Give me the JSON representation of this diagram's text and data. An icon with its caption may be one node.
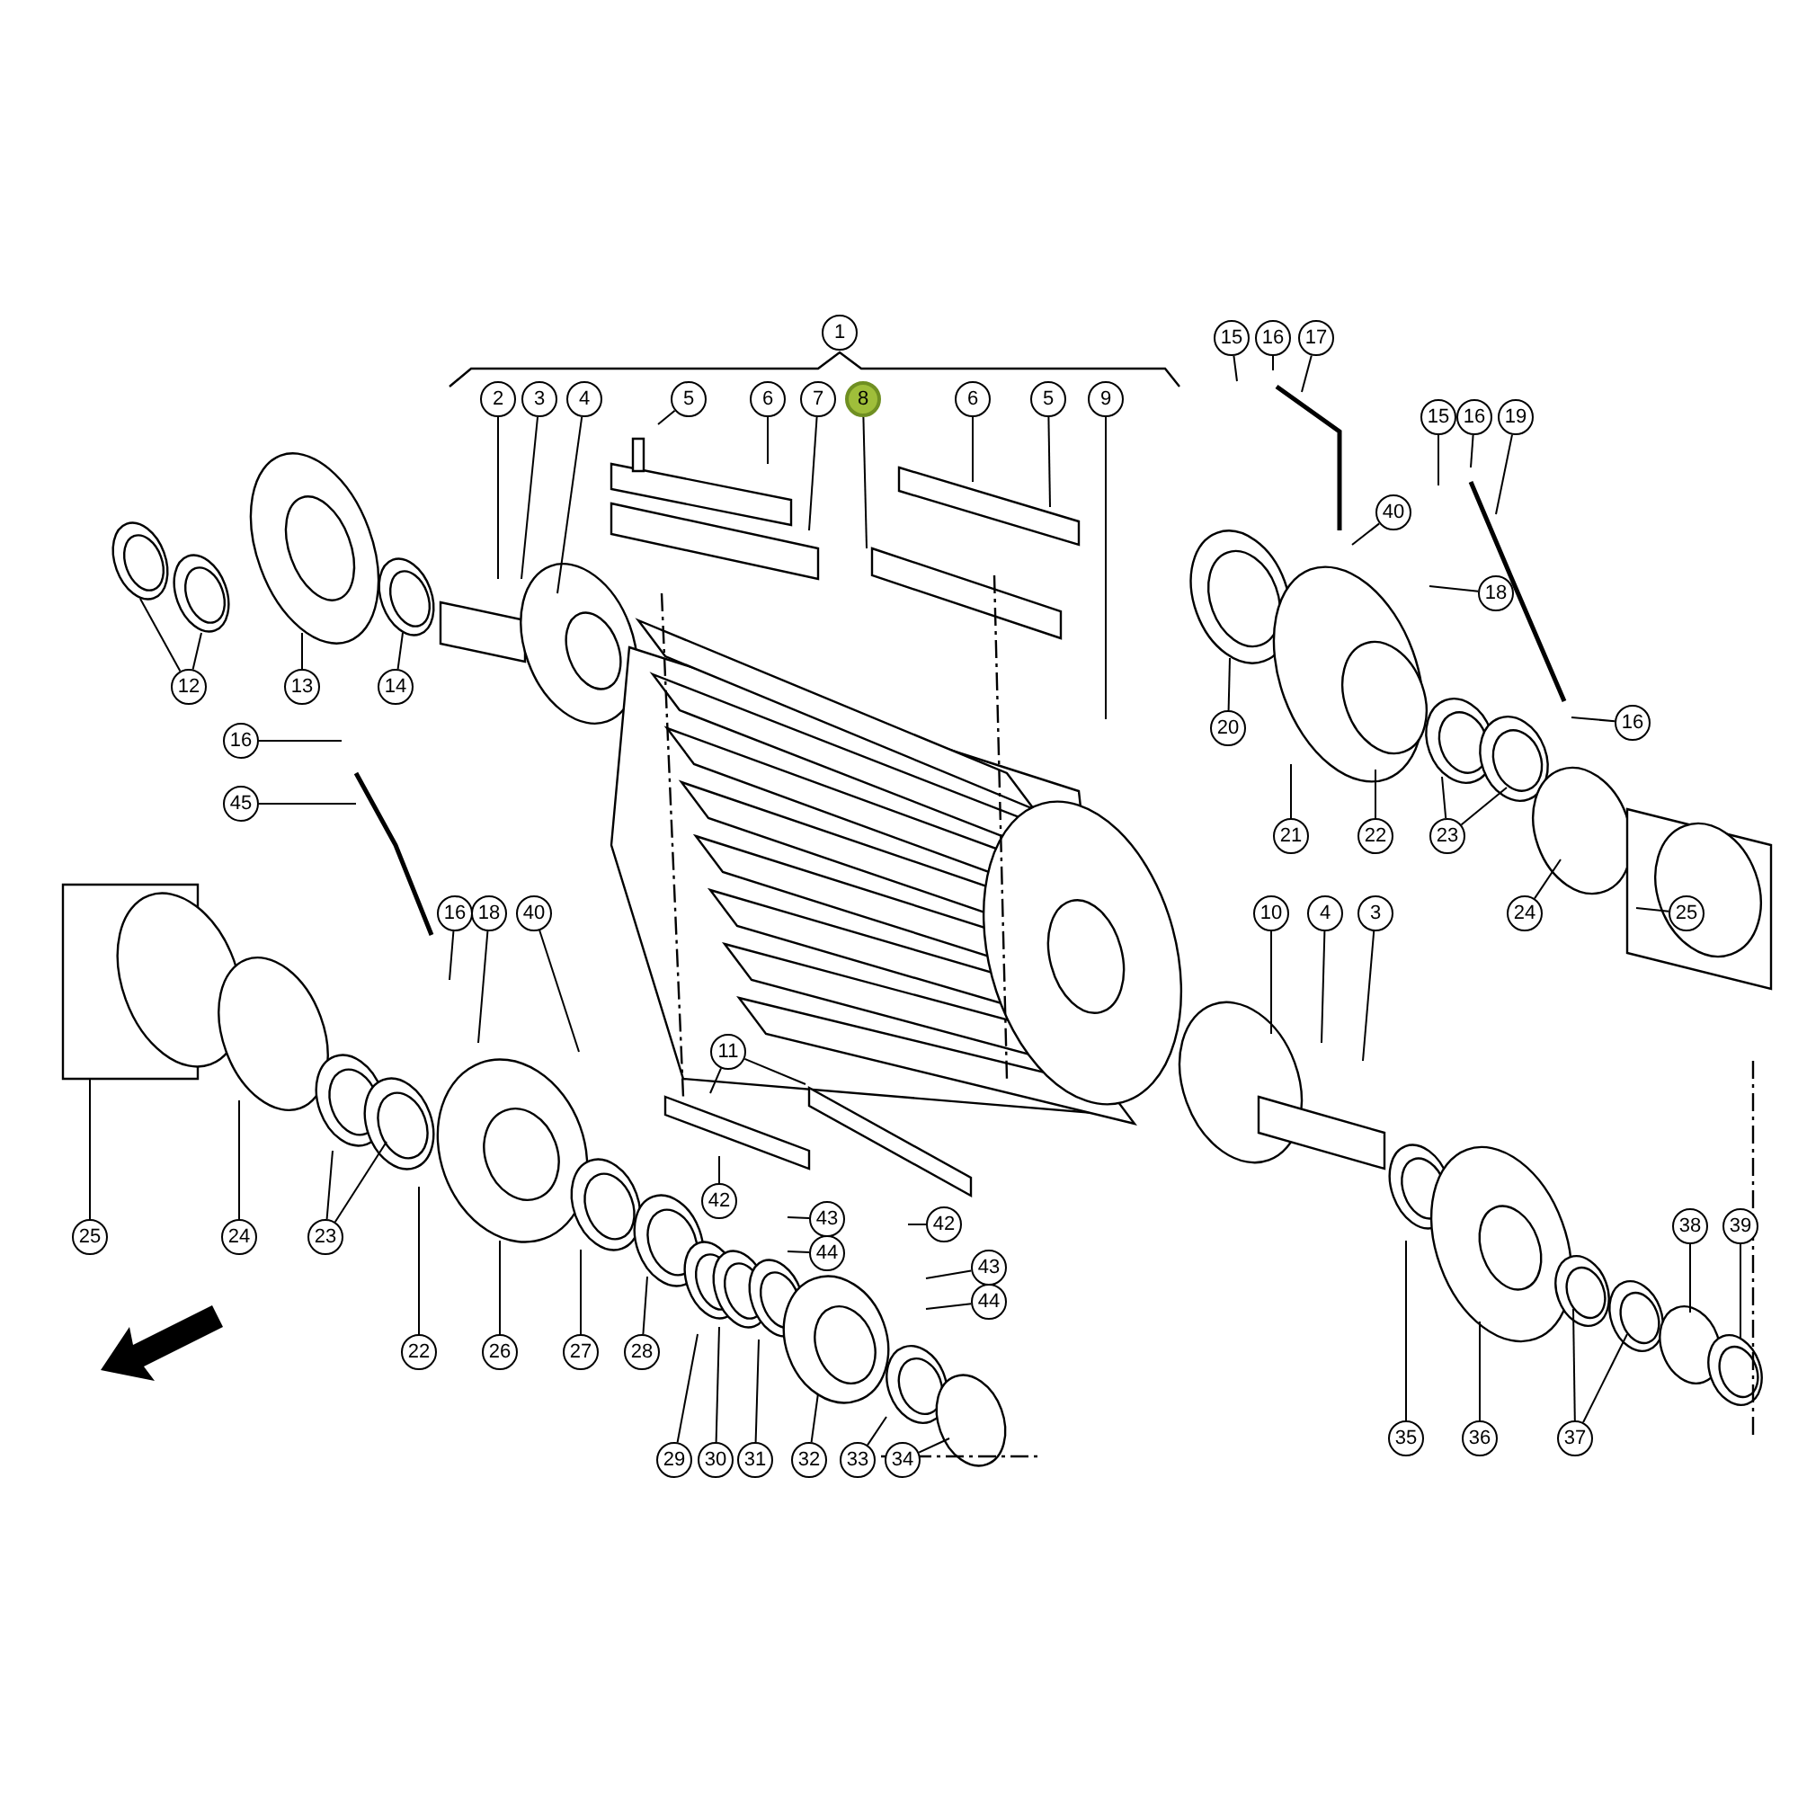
{
  "diagram": {
    "nodes": [
      {
        "text": [
          "1"
        ]
      },
      {
        "text": [
          "2"
        ]
      },
      {
        "text": [
          "3"
        ]
      },
      {
        "text": [
          "4"
        ]
      },
      {
        "text": [
          "5"
        ]
      },
      {
        "text": [
          "6"
        ]
      },
      {
        "text": [
          "7"
        ]
      },
      {
        "text": [
          "8"
        ]
      },
      {
        "text": [
          "6"
        ]
      },
      {
        "text": [
          "5"
        ]
      },
      {
        "text": [
          "9"
        ]
      },
      {
        "text": [
          "15"
        ]
      },
      {
        "text": [
          "16"
        ]
      },
      {
        "text": [
          "17"
        ]
      },
      {
        "text": [
          "15"
        ]
      },
      {
        "text": [
          "16"
        ]
      },
      {
        "text": [
          "19"
        ]
      },
      {
        "text": [
          "40"
        ]
      },
      {
        "text": [
          "18"
        ]
      },
      {
        "text": [
          "12"
        ]
      },
      {
        "text": [
          "13"
        ]
      },
      {
        "text": [
          "14"
        ]
      },
      {
        "text": [
          "16"
        ]
      },
      {
        "text": [
          "20"
        ]
      },
      {
        "text": [
          "16"
        ]
      },
      {
        "text": [
          "45"
        ]
      },
      {
        "text": [
          "21"
        ]
      },
      {
        "text": [
          "22"
        ]
      },
      {
        "text": [
          "23"
        ]
      },
      {
        "text": [
          "24"
        ]
      },
      {
        "text": [
          "25"
        ]
      },
      {
        "text": [
          "16"
        ]
      },
      {
        "text": [
          "18"
        ]
      },
      {
        "text": [
          "40"
        ]
      },
      {
        "text": [
          "10"
        ]
      },
      {
        "text": [
          "4"
        ]
      },
      {
        "text": [
          "3"
        ]
      },
      {
        "text": [
          "11"
        ]
      },
      {
        "text": [
          "25"
        ]
      },
      {
        "text": [
          "24"
        ]
      },
      {
        "text": [
          "23"
        ]
      },
      {
        "text": [
          "22"
        ]
      },
      {
        "text": [
          "26"
        ]
      },
      {
        "text": [
          "27"
        ]
      },
      {
        "text": [
          "28"
        ]
      },
      {
        "text": [
          "42"
        ]
      },
      {
        "text": [
          "43"
        ]
      },
      {
        "text": [
          "44"
        ]
      },
      {
        "text": [
          "42"
        ]
      },
      {
        "text": [
          "43"
        ]
      },
      {
        "text": [
          "44"
        ]
      },
      {
        "text": [
          "38"
        ]
      },
      {
        "text": [
          "39"
        ]
      },
      {
        "text": [
          "29"
        ]
      },
      {
        "text": [
          "30"
        ]
      },
      {
        "text": [
          "31"
        ]
      },
      {
        "text": [
          "32"
        ]
      },
      {
        "text": [
          "33"
        ]
      },
      {
        "text": [
          "34"
        ]
      },
      {
        "text": [
          "35"
        ]
      },
      {
        "text": [
          "36"
        ]
      },
      {
        "text": [
          "37"
        ]
      }
    ],
    "edges": [
      {
        "from": 1,
        "to": null,
        "arrow": "none"
      },
      {
        "from": 2,
        "to": null,
        "arrow": "none"
      },
      {
        "from": 3,
        "to": null,
        "arrow": "none"
      },
      {
        "from": 4,
        "to": null,
        "arrow": "none"
      },
      {
        "from": 5,
        "to": null,
        "arrow": "none"
      },
      {
        "from": 6,
        "to": null,
        "arrow": "none"
      },
      {
        "from": 7,
        "to": null,
        "arrow": "none"
      },
      {
        "from": 8,
        "to": null,
        "arrow": "none"
      },
      {
        "from": 9,
        "to": null,
        "arrow": "none"
      },
      {
        "from": 10,
        "to": null,
        "arrow": "none"
      },
      {
        "from": 11,
        "to": null,
        "arrow": "none"
      },
      {
        "from": 12,
        "to": null,
        "arrow": "none"
      },
      {
        "from": 13,
        "to": null,
        "arrow": "none"
      },
      {
        "from": 14,
        "to": null,
        "arrow": "none"
      },
      {
        "from": 15,
        "to": null,
        "arrow": "none"
      },
      {
        "from": 16,
        "to": null,
        "arrow": "none"
      },
      {
        "from": 17,
        "to": null,
        "arrow": "none"
      },
      {
        "from": 18,
        "to": null,
        "arrow": "none"
      },
      {
        "from": 19,
        "to": null,
        "arrow": "none"
      },
      {
        "from": 19,
        "to": null,
        "arrow": "none"
      },
      {
        "from": 20,
        "to": null,
        "arrow": "none"
      },
      {
        "from": 21,
        "to": null,
        "arrow": "none"
      },
      {
        "from": 22,
        "to": null,
        "arrow": "none"
      },
      {
        "from": 23,
        "to": null,
        "arrow": "none"
      },
      {
        "from": 24,
        "to": null,
        "arrow": "none"
      },
      {
        "from": 25,
        "to": null,
        "arrow": "none"
      },
      {
        "from": 26,
        "to": null,
        "arrow": "none"
      },
      {
        "from": 27,
        "to": null,
        "arrow": "none"
      },
      {
        "from": 28,
        "to": null,
        "arrow": "none"
      },
      {
        "from": 28,
        "to": null,
        "arrow": "none"
      },
      {
        "from": 29,
        "to": null,
        "arrow": "none"
      },
      {
        "from": 30,
        "to": null,
        "arrow": "none"
      },
      {
        "from": 31,
        "to": null,
        "arrow": "none"
      },
      {
        "from": 32,
        "to": null,
        "arrow": "none"
      },
      {
        "from": 33,
        "to": null,
        "arrow": "none"
      },
      {
        "from": 34,
        "to": null,
        "arrow": "none"
      },
      {
        "from": 35,
        "to": null,
        "arrow": "none"
      },
      {
        "from": 36,
        "to": null,
        "arrow": "none"
      },
      {
        "from": 37,
        "to": null,
        "arrow": "none"
      },
      {
        "from": 37,
        "to": null,
        "arrow": "none"
      },
      {
        "from": 38,
        "to": null,
        "arrow": "none"
      },
      {
        "from": 39,
        "to": null,
        "arrow": "none"
      },
      {
        "from": 40,
        "to": null,
        "arrow": "none"
      },
      {
        "from": 40,
        "to": null,
        "arrow": "none"
      },
      {
        "from": 41,
        "to": null,
        "arrow": "none"
      },
      {
        "from": 42,
        "to": null,
        "arrow": "none"
      },
      {
        "from": 43,
        "to": null,
        "arrow": "none"
      },
      {
        "from": 44,
        "to": null,
        "arrow": "none"
      },
      {
        "from": 45,
        "to": null,
        "arrow": "none"
      },
      {
        "from": 46,
        "to": null,
        "arrow": "none"
      },
      {
        "from": 47,
        "to": null,
        "arrow": "none"
      },
      {
        "from": 48,
        "to": null,
        "arrow": "none"
      },
      {
        "from": 49,
        "to": null,
        "arrow": "none"
      },
      {
        "from": 50,
        "to": null,
        "arrow": "none"
      },
      {
        "from": 51,
        "to": null,
        "arrow": "none"
      },
      {
        "from": 52,
        "to": null,
        "arrow": "none"
      },
      {
        "from": 53,
        "to": null,
        "arrow": "none"
      },
      {
        "from": 54,
        "to": null,
        "arrow": "none"
      },
      {
        "from": 55,
        "to": null,
        "arrow": "none"
      },
      {
        "from": 56,
        "to": null,
        "arrow": "none"
      },
      {
        "from": 57,
        "to": null,
        "arrow": "none"
      },
      {
        "from": 58,
        "to": null,
        "arrow": "none"
      },
      {
        "from": 59,
        "to": null,
        "arrow": "none"
      },
      {
        "from": 60,
        "to": null,
        "arrow": "none"
      },
      {
        "from": 61,
        "to": null,
        "arrow": "none"
      },
      {
        "from": 61,
        "to": null,
        "arrow": "none"
      }
    ]
  }
}
